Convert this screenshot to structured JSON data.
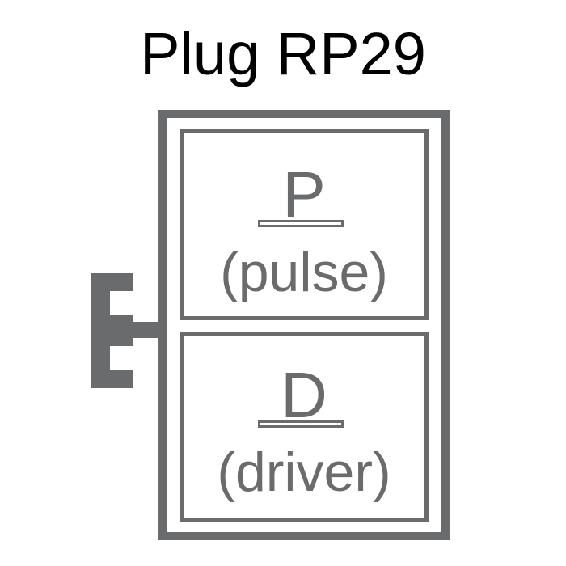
{
  "title": "Plug RP29",
  "colors": {
    "title": "#000000",
    "diagram": "#6a6b6d",
    "background": "#ffffff"
  },
  "sections": [
    {
      "letter": "P",
      "label": "(pulse)"
    },
    {
      "letter": "D",
      "label": "(driver)"
    }
  ]
}
